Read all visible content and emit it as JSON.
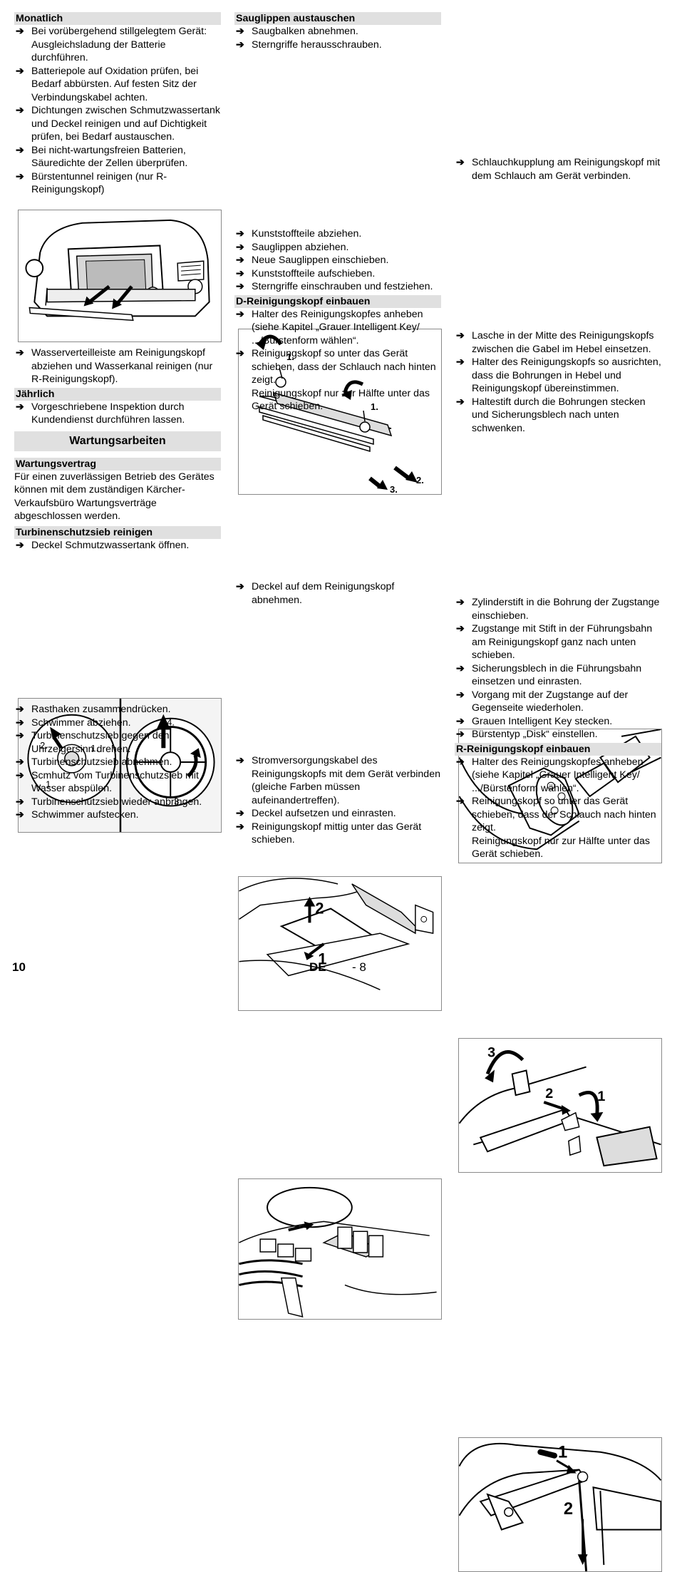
{
  "col1": {
    "monthly_heading": "Monatlich",
    "monthly_items": [
      "Bei vorübergehend stillgelegtem Gerät: Ausgleichsladung der Batterie durchführen.",
      "Batteriepole auf Oxidation prüfen, bei Bedarf abbürsten. Auf festen Sitz der Verbindungskabel achten.",
      "Dichtungen zwischen Schmutzwassertank und Deckel reinigen und auf Dichtigkeit prüfen, bei Bedarf austauschen.",
      "Bei nicht-wartungsfreien Batterien, Säuredichte der Zellen überprüfen.",
      "Bürstentunnel reinigen (nur R-Reinigungskopf)"
    ],
    "water_bar_item": "Wasserverteilleiste am Reinigungskopf abziehen und Wasserkanal reinigen (nur R-Reinigungskopf).",
    "yearly_heading": "Jährlich",
    "yearly_item": "Vorgeschriebene Inspektion durch Kundendienst durchführen lassen.",
    "section_title": "Wartungsarbeiten",
    "contract_heading": "Wartungsvertrag",
    "contract_text": "Für einen zuverlässigen Betrieb des Gerätes können mit dem zuständigen Kärcher-Verkaufsbüro Wartungsverträge abgeschlossen werden.",
    "turbine_heading": "Turbinenschutzsieb reinigen",
    "turbine_first": "Deckel Schmutzwassertank öffnen.",
    "turbine_fig_labels": [
      "2.",
      "1.",
      "1.",
      "4.",
      "3."
    ],
    "turbine_items": [
      "Rasthaken zusammendrücken.",
      "Schwimmer abziehen.",
      "Turbinenschutzsieb gegen den Uhrzeigersinn drehen.",
      "Turbinenschutzsieb abnehmen.",
      "Scmhutz vom Turbinenschutzsieb mit Wasser abspülen.",
      "Turbinenschutzsieb wieder anbringen.",
      "Schwimmer aufstecken."
    ]
  },
  "col2": {
    "lip_heading": "Sauglippen austauschen",
    "lip_first": [
      "Saugbalken abnehmen.",
      "Sterngriffe herausschrauben."
    ],
    "lip_fig_labels": [
      "1.",
      "1.",
      "2.",
      "3."
    ],
    "lip_items": [
      "Kunststoffteile abziehen.",
      "Sauglippen abziehen.",
      "Neue Sauglippen einschieben.",
      "Kunststoffteile aufschieben.",
      "Sterngriffe einschrauben und festziehen."
    ],
    "d_heading": "D-Reinigungskopf einbauen",
    "d_items": [
      "Halter des Reinigungskopfes anheben (siehe Kapitel „Grauer Intelligent Key/ .../Bürstenform wählen“.",
      "Reinigungskopf so unter das Gerät schieben, dass der Schlauch nach hinten zeigt."
    ],
    "d_note": "Reinigungskopf nur zur Hälfte unter das Gerät schieben.",
    "d_fig_labels": [
      "2",
      "1"
    ],
    "cover_item": "Deckel auf dem Reinigungskopf abnehmen.",
    "power_items": [
      "Stromversorgungskabel des Reinigungskopfs mit dem Gerät verbinden (gleiche Farben müssen aufeinandertreffen).",
      "Deckel aufsetzen und einrasten.",
      "Reinigungskopf mittig unter das Gerät schieben."
    ]
  },
  "col3": {
    "hose_item": "Schlauchkupplung am Reinigungskopf mit dem Schlauch am Gerät verbinden.",
    "lever_fig_labels": [
      "3",
      "2",
      "1"
    ],
    "lever_items": [
      "Lasche in der Mitte des Reinigungskopfs zwischen die Gabel im Hebel einsetzen.",
      "Halter des Reinigungskopfs so ausrichten, dass die Bohrungen in Hebel und Reinigungskopf übereinstimmen.",
      "Haltestift durch die Bohrungen stecken und Sicherungsblech nach unten schwenken."
    ],
    "rod_fig_labels": [
      "1",
      "2"
    ],
    "rod_items": [
      "Zylinderstift in die Bohrung der Zugstange einschieben.",
      "Zugstange mit Stift in der Führungsbahn am Reinigungskopf ganz nach unten schieben.",
      "Sicherungsblech in die Führungsbahn einsetzen und einrasten.",
      "Vorgang mit der Zugstange auf der Gegenseite wiederholen.",
      "Grauen Intelligent Key stecken.",
      "Bürstentyp „Disk“ einstellen."
    ],
    "r_heading": "R-Reinigungskopf einbauen",
    "r_items": [
      "Halter des Reinigungskopfes anheben (siehe Kapitel „Grauer Intelligent Key/ .../Bürstenform wählen“.",
      "Reinigungskopf so unter das Gerät schieben, dass der Schlauch nach hinten zeigt."
    ],
    "r_note": "Reinigungskopf nur zur Hälfte unter das Gerät schieben."
  },
  "footer": {
    "page_number": "10",
    "language": "DE",
    "sub_page": "- 8"
  },
  "arrow_glyph": "➔"
}
